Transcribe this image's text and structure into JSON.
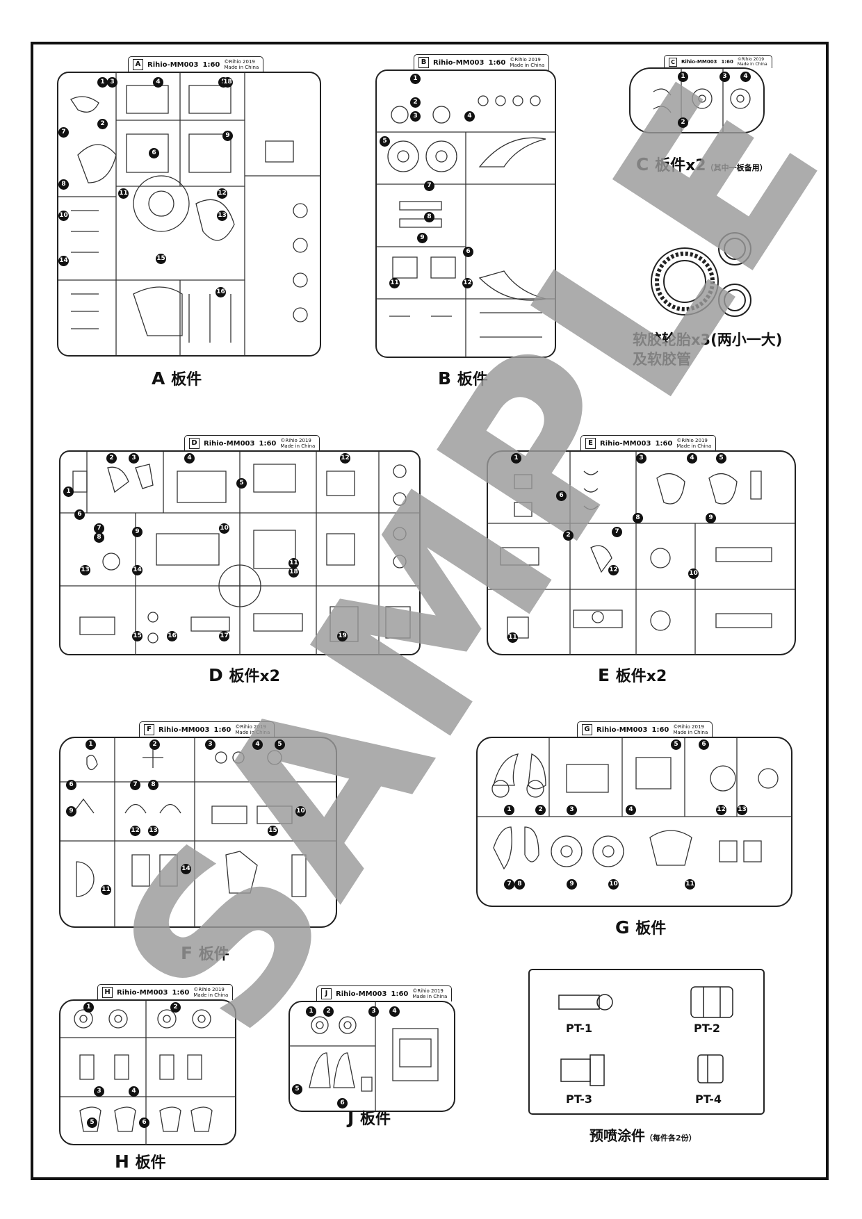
{
  "brand": {
    "model": "Rihio-MM003",
    "scale": "1:60",
    "copyright": "©Rihio 2019",
    "made_in": "Made in China"
  },
  "watermark": "SAMPLE",
  "runners": [
    {
      "id": "A",
      "letter": "A",
      "caption_letter": "A",
      "caption_text": "板件",
      "caption_note": ""
    },
    {
      "id": "B",
      "letter": "B",
      "caption_letter": "B",
      "caption_text": "板件",
      "caption_note": ""
    },
    {
      "id": "C",
      "letter": "C",
      "caption_letter": "C",
      "caption_text": "板件x2",
      "caption_note": "（其中一板备用）"
    },
    {
      "id": "D",
      "letter": "D",
      "caption_letter": "D",
      "caption_text": "板件x2",
      "caption_note": ""
    },
    {
      "id": "E",
      "letter": "E",
      "caption_letter": "E",
      "caption_text": "板件x2",
      "caption_note": ""
    },
    {
      "id": "F",
      "letter": "F",
      "caption_letter": "F",
      "caption_text": "板件",
      "caption_note": ""
    },
    {
      "id": "G",
      "letter": "G",
      "caption_letter": "G",
      "caption_text": "板件",
      "caption_note": ""
    },
    {
      "id": "H",
      "letter": "H",
      "caption_letter": "H",
      "caption_text": "板件",
      "caption_note": ""
    },
    {
      "id": "J",
      "letter": "J",
      "caption_letter": "J",
      "caption_text": "板件",
      "caption_note": ""
    }
  ],
  "tires": {
    "line1": "软胶轮胎x3(两小一大)",
    "line2": "及软胶管"
  },
  "prepainted": {
    "title": "预喷涂件",
    "note": "（每件各2份）",
    "parts": [
      "PT-1",
      "PT-2",
      "PT-3",
      "PT-4"
    ]
  },
  "part_numbers": {
    "A": [
      "1",
      "2",
      "3",
      "4",
      "5",
      "6",
      "7",
      "8",
      "9",
      "10",
      "11",
      "12",
      "13",
      "14",
      "15",
      "16",
      "18"
    ],
    "B": [
      "1",
      "2",
      "3",
      "4",
      "5",
      "6",
      "7",
      "8",
      "9",
      "11",
      "12"
    ],
    "C": [
      "1",
      "2",
      "3",
      "4"
    ],
    "D": [
      "1",
      "2",
      "3",
      "4",
      "5",
      "6",
      "7",
      "8",
      "9",
      "10",
      "11",
      "12",
      "13",
      "14",
      "15",
      "16",
      "17",
      "18",
      "19"
    ],
    "E": [
      "1",
      "2",
      "3",
      "4",
      "5",
      "6",
      "7",
      "8",
      "9",
      "10",
      "11",
      "12"
    ],
    "F": [
      "1",
      "2",
      "3",
      "4",
      "5",
      "6",
      "7",
      "8",
      "9",
      "10",
      "11",
      "12",
      "13",
      "14",
      "15"
    ],
    "G": [
      "1",
      "2",
      "3",
      "4",
      "5",
      "6",
      "7",
      "8",
      "9",
      "10",
      "11",
      "12",
      "13"
    ],
    "H": [
      "1",
      "2",
      "3",
      "4",
      "5",
      "6"
    ],
    "J": [
      "1",
      "2",
      "3",
      "4",
      "5",
      "6"
    ]
  }
}
